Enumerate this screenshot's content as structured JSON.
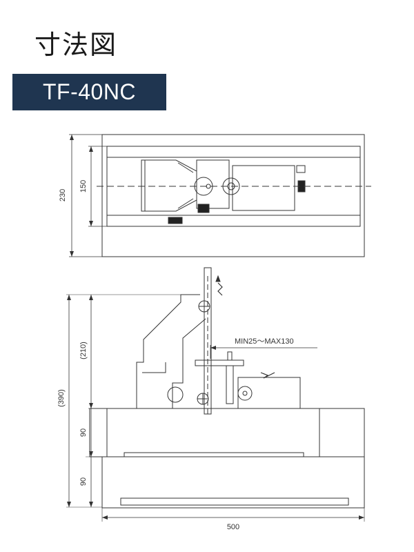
{
  "header": {
    "title": "寸法図",
    "model": "TF-40NC"
  },
  "top_view": {
    "dim_overall_height": "230",
    "dim_inner_height": "150"
  },
  "front_view": {
    "dim_upper": "(210)",
    "dim_total": "(390)",
    "dim_mid": "90",
    "dim_base": "90",
    "dim_width": "500",
    "stroke_range": "MIN25～MAX130"
  },
  "colors": {
    "badge_bg": "#1f3550",
    "badge_text": "#ffffff",
    "line": "#333333"
  }
}
